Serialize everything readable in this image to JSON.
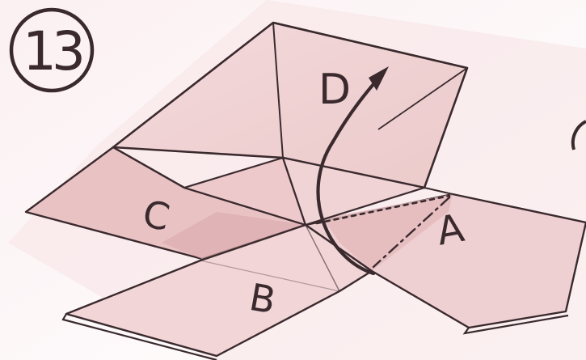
{
  "step": {
    "number": "13"
  },
  "labels": {
    "a": "A",
    "b": "B",
    "c": "C",
    "d": "D"
  },
  "colors": {
    "background": "#ffffff",
    "paper": "#f2d7d8",
    "paper_dark": "#e2b5b7",
    "shadow": "#e8c6c6",
    "line": "#3a2a2e"
  }
}
